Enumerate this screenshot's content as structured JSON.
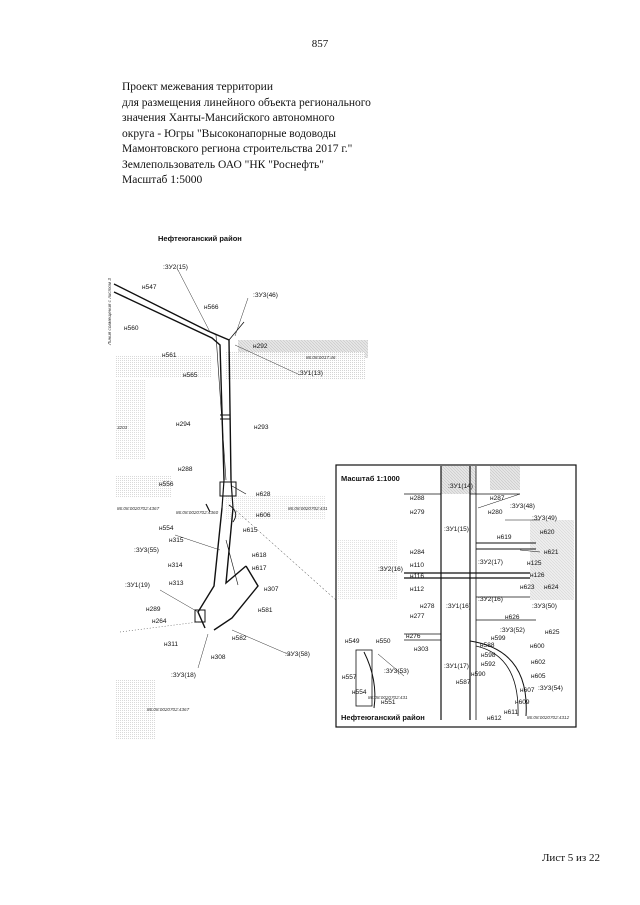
{
  "page_number": "857",
  "header_lines": [
    "Проект межевания территории",
    "для размещения линейного объекта регионального",
    "значения Ханты-Мансийского автономного",
    "округа - Югры \"Высоконапорные водоводы",
    "Мамонтовского региона строительства 2017 г.\"",
    "Землепользователь ОАО \"НК \"Роснефть\"",
    "Масштаб 1:5000"
  ],
  "map": {
    "district_top": "Нефтеюганский район",
    "side_note": "Линия совмещения с листом 3",
    "labels": {
      "zu2_15": ":ЗУ2(15)",
      "zu3_46": ":ЗУ3(46)",
      "zu1_13": ":ЗУ1(13)",
      "n547": "н547",
      "n566": "н566",
      "n560": "н560",
      "n292": "н292",
      "n561": "н561",
      "n565": "н565",
      "n294": "н294",
      "n293": "н293",
      "n288": "н288",
      "n556": "н556",
      "n628": "н628",
      "n606": "н606",
      "n554": "н554",
      "n315": "н315",
      "n615": "н615",
      "zu3_55": ":ЗУ3(55)",
      "n618": "н618",
      "n314": "н314",
      "n617": "н617",
      "zu1_19": ":ЗУ1(19)",
      "n313": "н313",
      "n307": "н307",
      "n289": "н289",
      "n581": "н581",
      "n264": "н264",
      "n311": "н311",
      "n582": "н582",
      "n308": "н308",
      "zu3_58": ":ЗУ3(58)",
      "zu3_18": ":ЗУ3(18)"
    },
    "cadastral": [
      "86:08:0020702:4367",
      "86:08:0020702:4360",
      "86:08:0020702:431",
      "86:08:0020702:4367",
      "86:08:0017:46",
      "3203"
    ]
  },
  "inset": {
    "scale": "Масштаб 1:1000",
    "district": "Нефтеюганский район",
    "labels": {
      "zu1_14": ":ЗУ1(14)",
      "n288": "н288",
      "n287": "н287",
      "zu3_48": ":ЗУ3(48)",
      "n279": "н279",
      "n280": "н280",
      "zu3_49": ":ЗУ3(49)",
      "zu1_15": ":ЗУ1(15)",
      "n620": "н620",
      "n619": "н619",
      "n284": "н284",
      "n621": "н621",
      "zu2_16a": ":ЗУ2(16)",
      "n110": "н110",
      "zu2_17": ":ЗУ2(17)",
      "n125": "н125",
      "n116": "н116",
      "n126": "н126",
      "n112": "н112",
      "n623": "н623",
      "n624": "н624",
      "zu2_16b": ":ЗУ2(16)",
      "n278": "н278",
      "zu1_16a": ":ЗУ1(16)",
      "zu3_50": ":ЗУ3(50)",
      "n277": "н277",
      "n626": "н626",
      "zu3_52": ":ЗУ3(52)",
      "n276": "н276",
      "n625": "н625",
      "n549": "н549",
      "n550": "н550",
      "n599": "н599",
      "n303": "н303",
      "n588": "н588",
      "n600": "н600",
      "n598": "н598",
      "zu1_17": ":ЗУ1(17)",
      "n602": "н602",
      "n592": "н592",
      "n557": "н557",
      "zu3_53": ":ЗУ3(53)",
      "n590": "н590",
      "n605": "н605",
      "n587": "н587",
      "zu3_54": ":ЗУ3(54)",
      "n554": "н554",
      "n607": "н607",
      "n551": "н551",
      "n609": "н609",
      "n611": "н611",
      "n612": "н612"
    },
    "cadastral": [
      "86:08:0020702:431",
      "86:08:0020702:4312"
    ]
  },
  "footer": "Лист 5 из 22"
}
